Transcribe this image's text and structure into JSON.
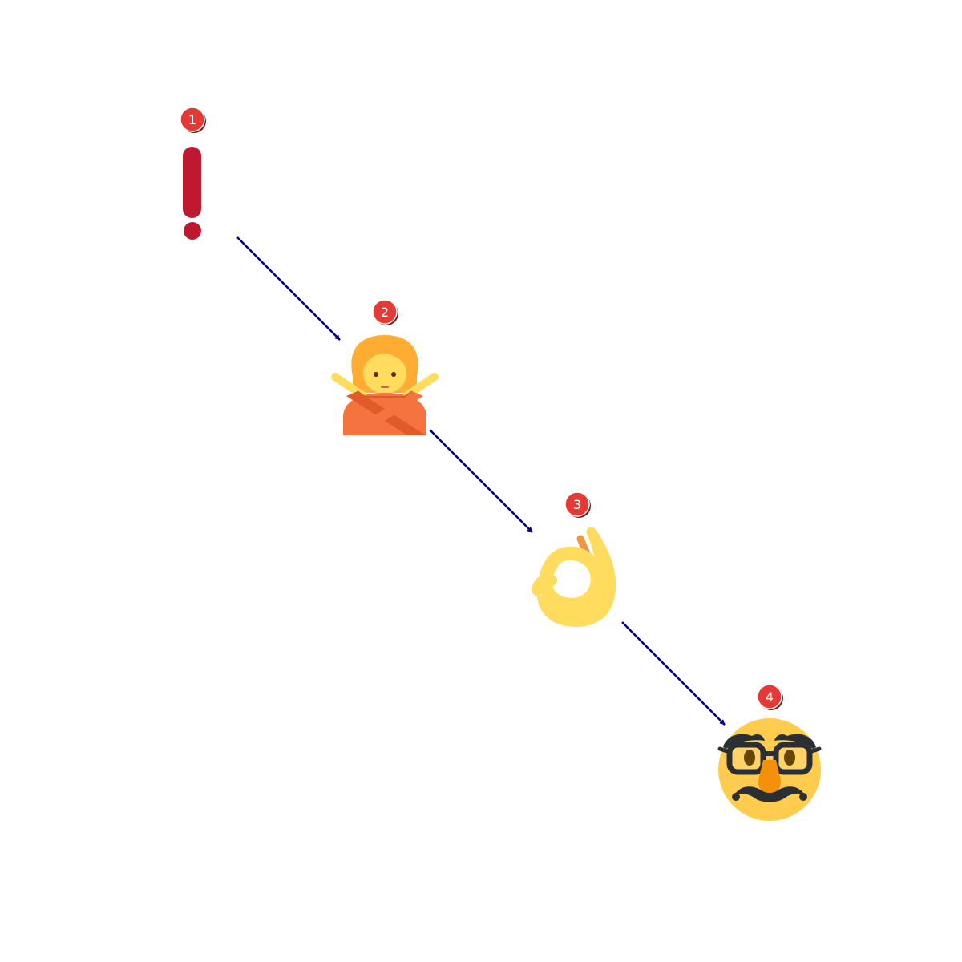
{
  "diagram": {
    "steps": [
      {
        "number": "1",
        "icon": "exclamation-mark-icon"
      },
      {
        "number": "2",
        "icon": "person-gesturing-no-icon"
      },
      {
        "number": "3",
        "icon": "ok-hand-icon"
      },
      {
        "number": "4",
        "icon": "disguised-face-icon"
      }
    ],
    "arrows": [
      {
        "from": "1",
        "to": "2"
      },
      {
        "from": "2",
        "to": "3"
      },
      {
        "from": "3",
        "to": "4"
      }
    ],
    "colors": {
      "arrow": "#00008b",
      "badge_fill": "#e53935",
      "badge_shadow": "#7a1a1a",
      "badge_text": "#ffffff",
      "exclamation": "#be1931",
      "skin": "#ffdc5d",
      "hair": "#ffac33",
      "shirt": "#f4743f",
      "shirt_dark": "#e05b27",
      "glasses": "#292f33",
      "nose": "#f4900c"
    }
  }
}
